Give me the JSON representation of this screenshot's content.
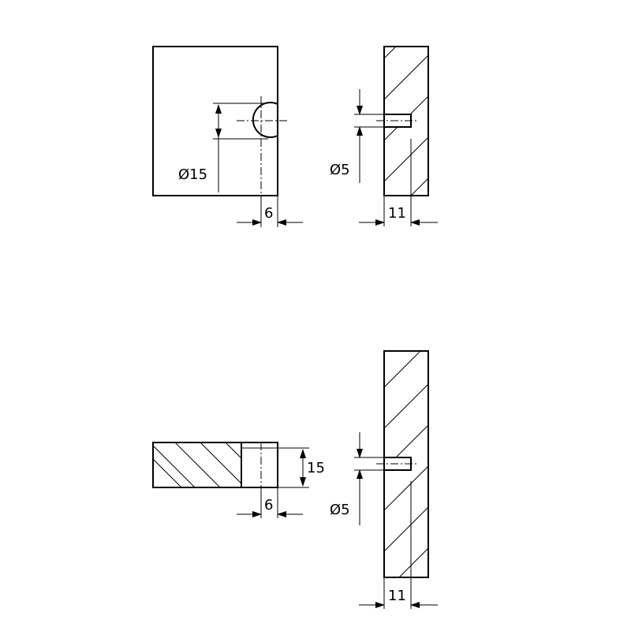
{
  "views": {
    "front": {
      "hole_diameter_label": "Ø15",
      "offset_label": "6"
    },
    "side_top": {
      "hole_diameter_label": "Ø5",
      "depth_label": "11"
    },
    "bottom_section": {
      "height_label": "15",
      "offset_label": "6"
    },
    "side_bottom": {
      "hole_diameter_label": "Ø5",
      "depth_label": "11"
    }
  },
  "colors": {
    "line": "#000000",
    "background": "#ffffff"
  }
}
